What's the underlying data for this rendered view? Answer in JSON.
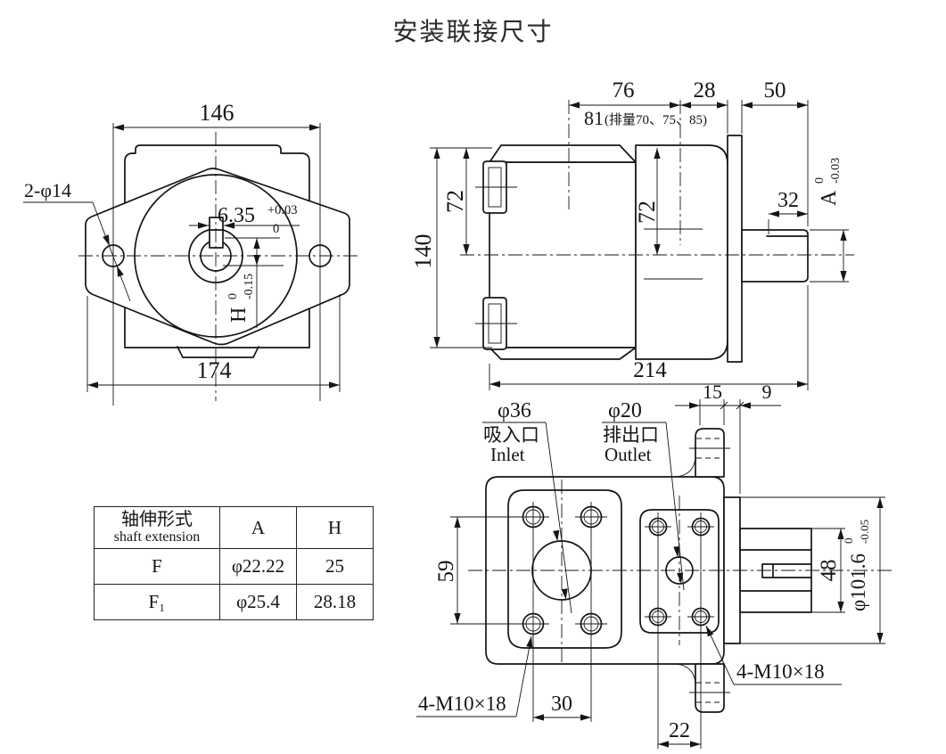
{
  "title": "安装联接尺寸",
  "front_view": {
    "dim_146": "146",
    "dim_174": "174",
    "hole_callout": "2-φ14",
    "keyway_width": {
      "value": "6.35",
      "tol_upper": "+0.03",
      "tol_lower": "0"
    },
    "keyway_height": {
      "value": "H",
      "tol_upper": "0",
      "tol_lower": "-0.15"
    }
  },
  "side_view": {
    "dim_76": "76",
    "dim_28": "28",
    "dim_50": "50",
    "note_81": "81",
    "note_81_detail": "(排量70、75、85)",
    "dim_140": "140",
    "dim_72_left": "72",
    "dim_72_right": "72",
    "dim_32": "32",
    "shaft_dim": {
      "value": "A",
      "tol_upper": "0",
      "tol_lower": "-0.03"
    },
    "dim_214": "214"
  },
  "rear_view": {
    "inlet": {
      "diameter": "φ36",
      "label_cn": "吸入口",
      "label_en": "Inlet"
    },
    "outlet": {
      "diameter": "φ20",
      "label_cn": "排出口",
      "label_en": "Outlet"
    },
    "dim_15": "15",
    "dim_9": "9",
    "dim_59": "59",
    "dim_48": "48",
    "dim_30": "30",
    "dim_22": "22",
    "spigot_dim": {
      "value": "φ101.6",
      "tol_upper": "0",
      "tol_lower": "-0.05"
    },
    "bolt_callout_left": "4-M10×18",
    "bolt_callout_right": "4-M10×18"
  },
  "table": {
    "header": {
      "shaft_cn": "轴伸形式",
      "shaft_en": "shaft extension",
      "col_a": "A",
      "col_h": "H"
    },
    "rows": [
      {
        "type": "F",
        "a": "φ22.22",
        "h": "25"
      },
      {
        "type": "F₁",
        "a": "φ25.4",
        "h": "28.18"
      }
    ]
  }
}
